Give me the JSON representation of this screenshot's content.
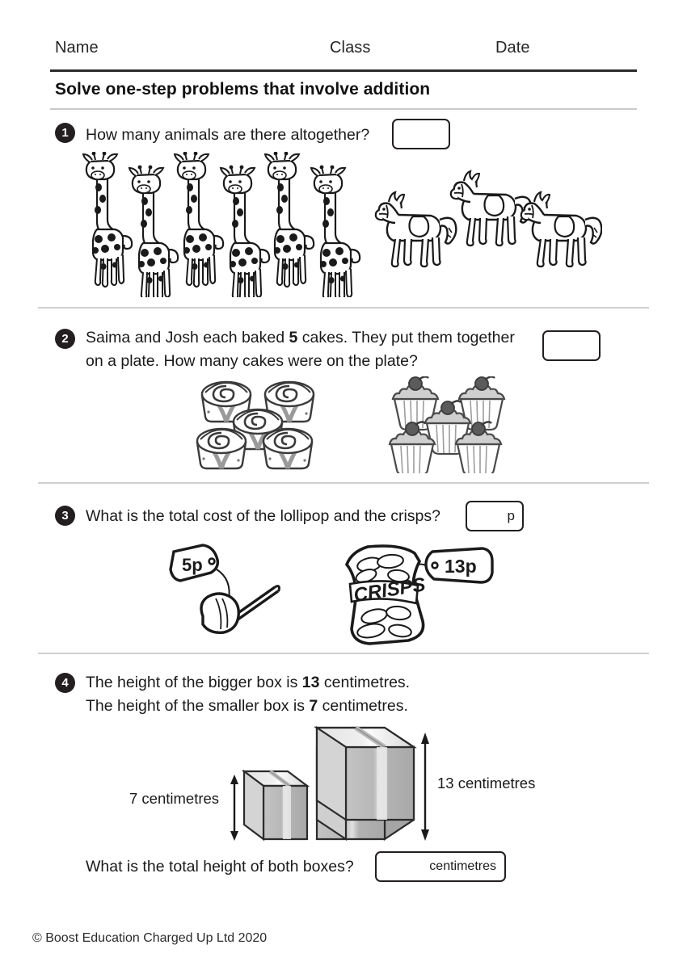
{
  "header": {
    "name_label": "Name",
    "class_label": "Class",
    "date_label": "Date"
  },
  "title": "Solve one-step problems that involve addition",
  "questions": [
    {
      "number": "1",
      "text": "How many animals are there altogether?",
      "answer_value": "",
      "answer_unit": "",
      "illustration": "six-giraffes-and-three-ponies"
    },
    {
      "number": "2",
      "line1_a": "Saima and Josh each baked ",
      "line1_bold": "5",
      "line1_b": " cakes.  They put them together",
      "line2": "on a plate. How many cakes were on the plate?",
      "answer_value": "",
      "answer_unit": "",
      "illustration": "five-swirl-cakes-and-five-cupcakes"
    },
    {
      "number": "3",
      "text": "What is the total cost of the lollipop and the crisps?",
      "answer_value": "",
      "answer_unit": "p",
      "illustration": "lollipop-and-crisps-with-price-tags",
      "lollipop_price": "5p",
      "crisps_price": "13p",
      "crisps_label": "CRISPS"
    },
    {
      "number": "4",
      "line1_a": "The height of the bigger box is ",
      "line1_bold": "13",
      "line1_b": " centimetres.",
      "line2_a": "The height of the smaller box is ",
      "line2_bold": "7",
      "line2_b": " centimetres.",
      "small_box_label": "7 centimetres",
      "big_box_label": "13 centimetres",
      "final_question": "What is the total height of both boxes?",
      "answer_value": "",
      "answer_unit": "centimetres",
      "illustration": "two-cardboard-boxes"
    }
  ],
  "footer": "©  Boost Education Charged Up Ltd 2020"
}
